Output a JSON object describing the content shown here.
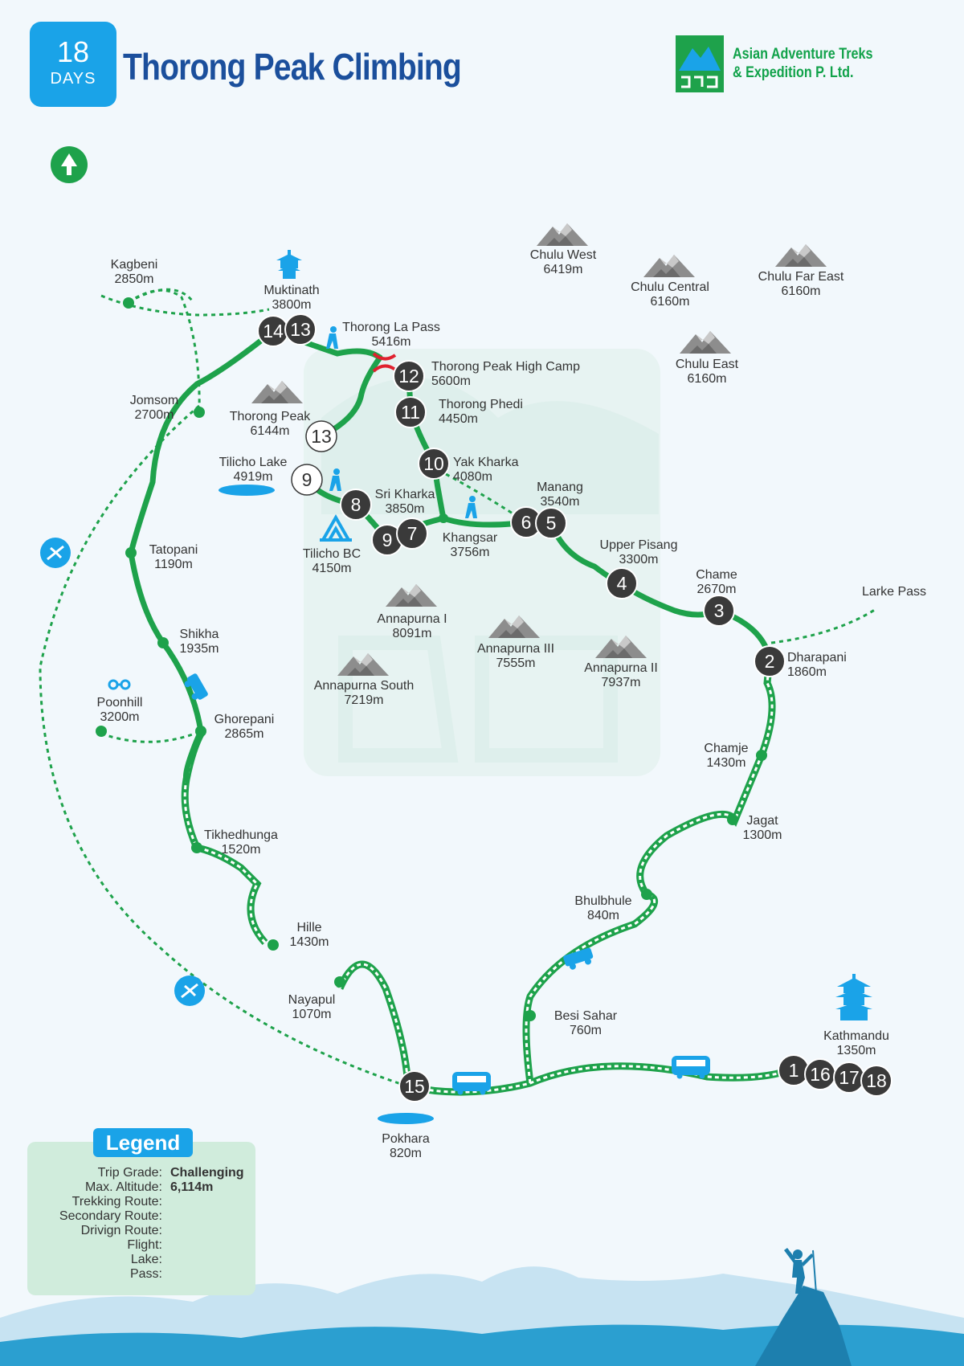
{
  "header": {
    "days_number": "18",
    "days_label": "DAYS",
    "title": "Thorong Peak Climbing",
    "company_line1": "Asian Adventure Treks",
    "company_line2": "& Expedition P. Ltd."
  },
  "colors": {
    "trek_green": "#1ea24b",
    "badge_blue": "#1aa3e8",
    "title_blue": "#1b4f9c",
    "stop_dark": "#3a3a3a",
    "pass_red": "#e0212e",
    "legend_bg": "#d0ecdc"
  },
  "places": [
    {
      "name": "Kagbeni",
      "alt": "2850m"
    },
    {
      "name": "Muktinath",
      "alt": "3800m"
    },
    {
      "name": "Thorong La Pass",
      "alt": "5416m"
    },
    {
      "name": "Thorong Peak High Camp",
      "alt": "5600m"
    },
    {
      "name": "Thorong Phedi",
      "alt": "4450m"
    },
    {
      "name": "Jomsom",
      "alt": "2700m"
    },
    {
      "name": "Thorong Peak",
      "alt": "6144m"
    },
    {
      "name": "Tilicho Lake",
      "alt": "4919m"
    },
    {
      "name": "Yak Kharka",
      "alt": "4080m"
    },
    {
      "name": "Manang",
      "alt": "3540m"
    },
    {
      "name": "Sri Kharka",
      "alt": "3850m"
    },
    {
      "name": "Khangsar",
      "alt": "3756m"
    },
    {
      "name": "Tilicho BC",
      "alt": "4150m"
    },
    {
      "name": "Upper Pisang",
      "alt": "3300m"
    },
    {
      "name": "Chame",
      "alt": "2670m"
    },
    {
      "name": "Larke Pass",
      "alt": ""
    },
    {
      "name": "Tatopani",
      "alt": "1190m"
    },
    {
      "name": "Dharapani",
      "alt": "1860m"
    },
    {
      "name": "Shikha",
      "alt": "1935m"
    },
    {
      "name": "Poonhill",
      "alt": "3200m"
    },
    {
      "name": "Ghorepani",
      "alt": "2865m"
    },
    {
      "name": "Chamje",
      "alt": "1430m"
    },
    {
      "name": "Jagat",
      "alt": "1300m"
    },
    {
      "name": "Tikhedhunga",
      "alt": "1520m"
    },
    {
      "name": "Bhulbhule",
      "alt": "840m"
    },
    {
      "name": "Hille",
      "alt": "1430m"
    },
    {
      "name": "Nayapul",
      "alt": "1070m"
    },
    {
      "name": "Besi Sahar",
      "alt": "760m"
    },
    {
      "name": "Kathmandu",
      "alt": "1350m"
    },
    {
      "name": "Pokhara",
      "alt": "820m"
    }
  ],
  "peaks": [
    {
      "name": "Chulu West",
      "alt": "6419m"
    },
    {
      "name": "Chulu Central",
      "alt": "6160m"
    },
    {
      "name": "Chulu Far East",
      "alt": "6160m"
    },
    {
      "name": "Chulu East",
      "alt": "6160m"
    },
    {
      "name": "Annapurna I",
      "alt": "8091m"
    },
    {
      "name": "Annapurna III",
      "alt": "7555m"
    },
    {
      "name": "Annapurna II",
      "alt": "7937m"
    },
    {
      "name": "Annapurna South",
      "alt": "7219m"
    }
  ],
  "stops": [
    "14",
    "13",
    "12",
    "11",
    "13",
    "10",
    "9",
    "8",
    "9",
    "7",
    "6",
    "5",
    "4",
    "3",
    "2",
    "15",
    "1",
    "16",
    "17",
    "18"
  ],
  "legend": {
    "title": "Legend",
    "trip_grade_label": "Trip Grade:",
    "trip_grade_value": "Challenging",
    "max_alt_label": "Max. Altitude:",
    "max_alt_value": "6,114m",
    "trekking_label": "Trekking Route:",
    "secondary_label": "Secondary Route:",
    "driving_label": "Drivign Route:",
    "flight_label": "Flight:",
    "lake_label": "Lake:",
    "pass_label": "Pass:"
  }
}
